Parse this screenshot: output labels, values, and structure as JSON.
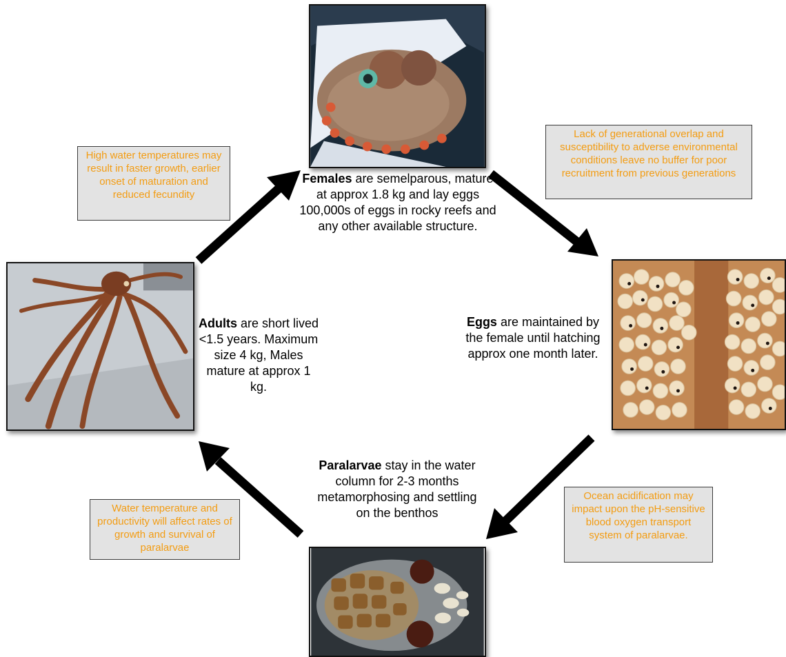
{
  "colors": {
    "note_text": "#f39c12",
    "note_bg": "#e3e3e3",
    "arrow": "#000000"
  },
  "stages": {
    "females": {
      "title": "Females",
      "text": " are semelparous, mature at approx 1.8 kg and lay eggs 100,000s of eggs in rocky reefs and any other available structure."
    },
    "eggs": {
      "title": "Eggs",
      "text": " are maintained by the female until hatching approx one month later."
    },
    "paralarvae": {
      "title": "Paralarvae",
      "text": " stay in the water column for 2-3 months metamorphosing and settling on the benthos"
    },
    "adults": {
      "title": "Adults",
      "text": " are short lived <1.5 years. Maximum size 4 kg, Males mature at approx 1 kg."
    }
  },
  "notes": {
    "top_left": "High water temperatures may result in faster growth, earlier onset of maturation and reduced fecundity",
    "top_right": "Lack of generational overlap and susceptibility to adverse environmental conditions leave no buffer for poor recruitment from previous generations",
    "bottom_right": "Ocean acidification may impact upon the pH-sensitive blood oxygen transport system of paralarvae.",
    "bottom_left": "Water temperature and productivity will affect rates of growth and survival of paralarvae"
  },
  "icons": {
    "photo_female": "octopus-in-trap-photo",
    "photo_eggs": "egg-cluster-photo",
    "photo_paralarva": "paralarva-photo",
    "photo_adult": "adult-octopus-photo"
  }
}
